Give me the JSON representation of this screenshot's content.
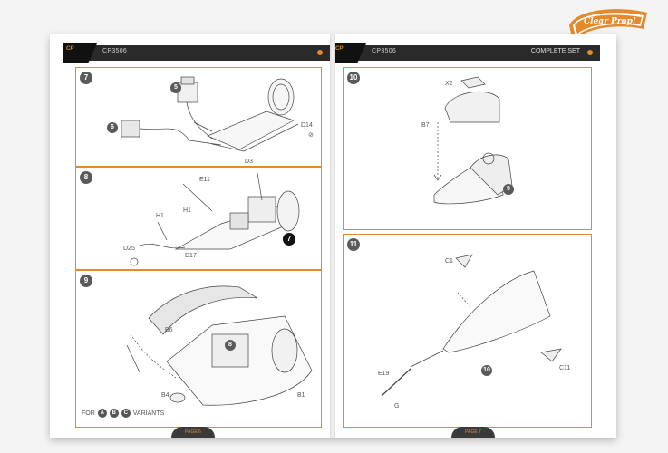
{
  "brand": {
    "name": "Clear Prop!",
    "color": "#e48a2a"
  },
  "left_page": {
    "header": {
      "code": "CP3506"
    },
    "footer": {
      "page": "PAGE 6"
    },
    "steps": [
      {
        "number": "7",
        "parts": [
          "5",
          "6",
          "D14",
          "D3"
        ]
      },
      {
        "number": "8",
        "parts": [
          "E11",
          "H1",
          "H1",
          "D25",
          "D17"
        ],
        "sub": "7"
      },
      {
        "number": "9",
        "parts": [
          "B6",
          "B4",
          "B1"
        ],
        "sub": "8"
      }
    ],
    "variants_prefix": "FOR",
    "variants": [
      "A",
      "B",
      "C"
    ],
    "variants_suffix": "VARIANTS"
  },
  "right_page": {
    "header": {
      "code": "CP3506",
      "title": "COMPLETE SET"
    },
    "footer": {
      "page": "PAGE 7"
    },
    "steps": [
      {
        "number": "10",
        "parts": [
          "X2",
          "B7"
        ],
        "sub": "9"
      },
      {
        "number": "11",
        "parts": [
          "C1",
          "C11",
          "E19",
          "G"
        ],
        "sub": "10"
      }
    ]
  },
  "colors": {
    "accent": "#e48a2a",
    "header_bg": "#2a2a2a",
    "panel_border": "#e48a2a"
  },
  "icons": [
    "glue-icon",
    "brand-logo"
  ]
}
